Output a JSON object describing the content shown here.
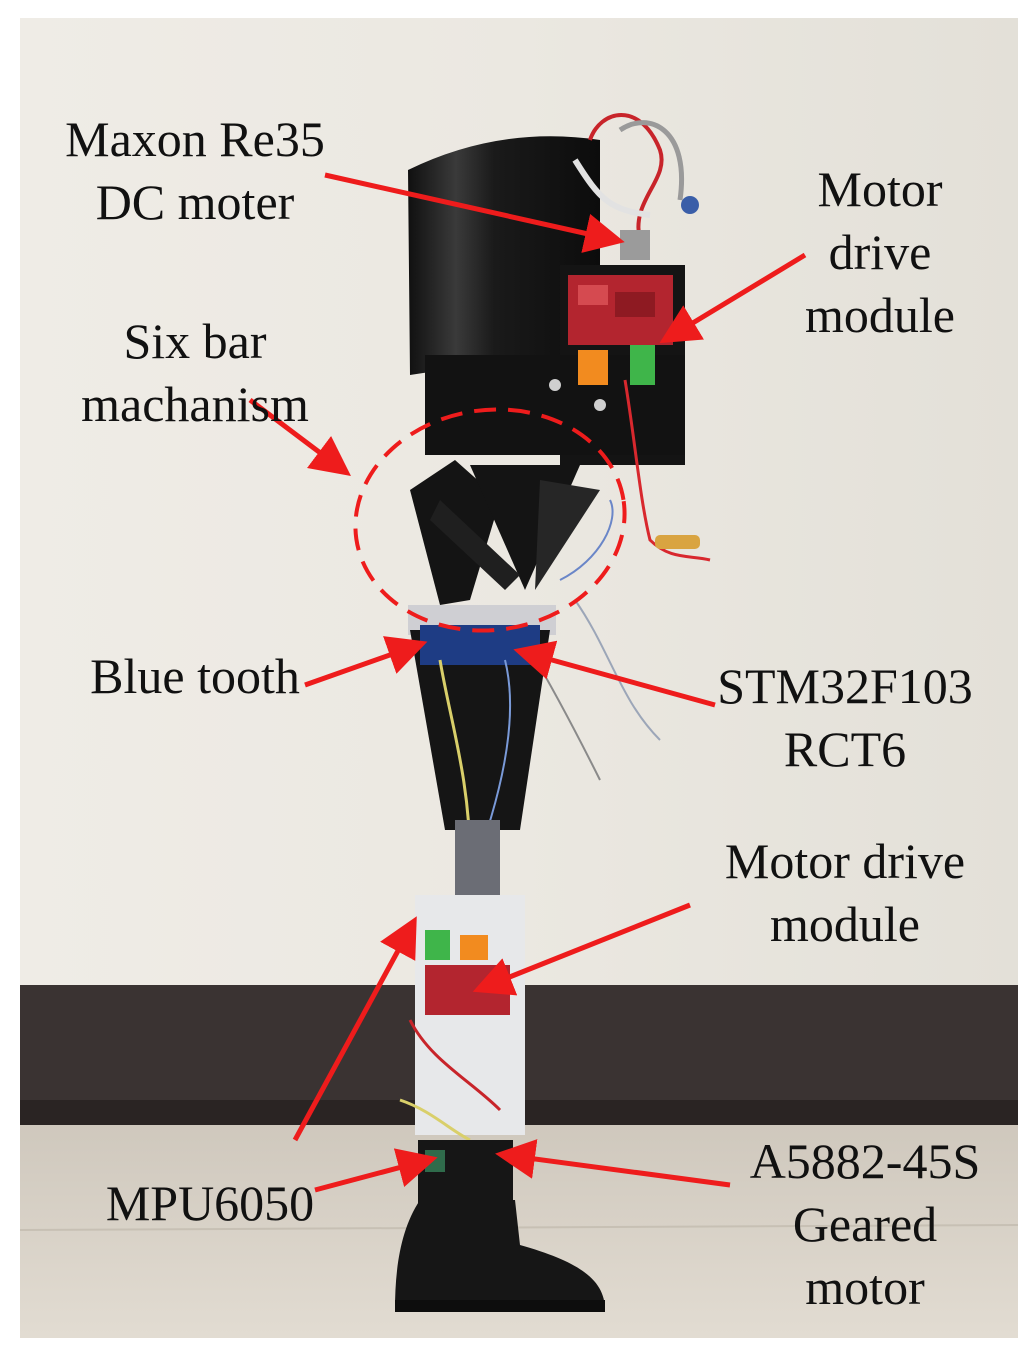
{
  "labels": {
    "maxon_motor": [
      "Maxon Re35",
      "DC moter"
    ],
    "motor_drive_top": [
      "Motor",
      "drive",
      "module"
    ],
    "six_bar": [
      "Six bar",
      "machanism"
    ],
    "bluetooth": [
      "Blue tooth"
    ],
    "stm32": [
      "STM32F103",
      "RCT6"
    ],
    "motor_drive_bottom": [
      "Motor drive",
      "module"
    ],
    "mpu": [
      "MPU6050"
    ],
    "geared_motor": [
      "A5882-45S",
      "Geared",
      "motor"
    ]
  },
  "colors": {
    "arrow": "#ee1c1c",
    "label_text": "#111111",
    "wall": "#ebe8e1",
    "baseboard": "#3a3332",
    "floor": "#d6cfc4",
    "prosthesis_black": "#161616"
  }
}
